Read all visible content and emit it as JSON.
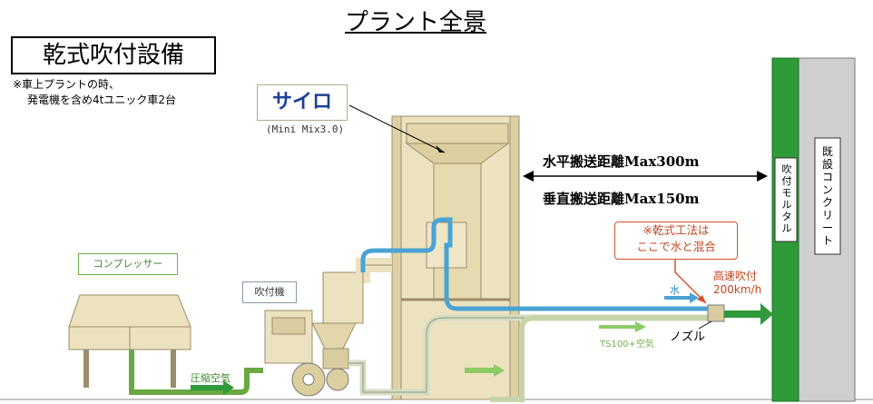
{
  "title": "プラント全景",
  "system": {
    "label": "乾式吹付設備",
    "note_line1": "※車上プラントの時、",
    "note_line2": "発電機を含め4tユニック車2台"
  },
  "silo": {
    "label": "サイロ",
    "model": "(Mini Mix3.0)"
  },
  "distances": {
    "horizontal": "水平搬送距離Max300m",
    "vertical": "垂直搬送距離Max150m"
  },
  "dry_note": {
    "line1": "※乾式工法は",
    "line2": "ここで水と混合"
  },
  "speed": {
    "line1": "高速吹付",
    "line2": "200km/h"
  },
  "water_label": "水",
  "ts_label": "TS100+空気",
  "nozzle_label": "ノズル",
  "compressor_label": "コンプレッサー",
  "gun_label": "吹付機",
  "air_label": "圧縮空気",
  "mortar_label": "吹付モルタル",
  "concrete_label": "既設コンクリート",
  "colors": {
    "plant": "#ece2bf",
    "plant_stroke": "#9c8c6a",
    "green_pipe": "#6aa842",
    "blue_pipe": "#4aa3d4",
    "wall_green": "#2f9a3a",
    "concrete": "#cfcfcf",
    "note_red": "#d2502a"
  }
}
